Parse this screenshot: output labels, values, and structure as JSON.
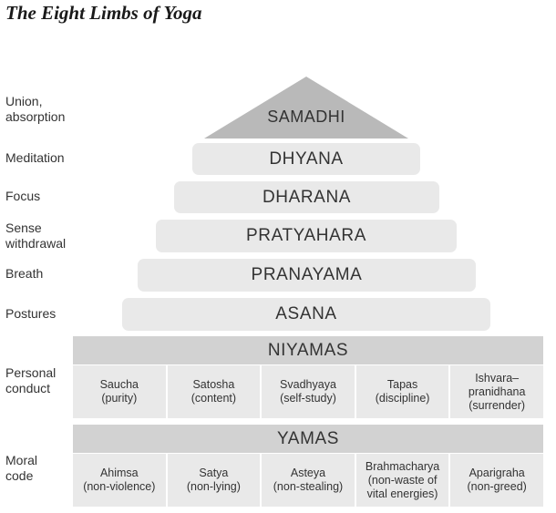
{
  "title": "The Eight Limbs of Yoga",
  "pyramid": {
    "peak": {
      "label": "SAMADHI",
      "side": [
        "Union,",
        "absorption"
      ]
    },
    "tiers": [
      {
        "label": "DHYANA",
        "side": [
          "Meditation"
        ]
      },
      {
        "label": "DHARANA",
        "side": [
          "Focus"
        ]
      },
      {
        "label": "PRATYAHARA",
        "side": [
          "Sense",
          "withdrawal"
        ]
      },
      {
        "label": "PRANAYAMA",
        "side": [
          "Breath"
        ]
      },
      {
        "label": "ASANA",
        "side": [
          "Postures"
        ]
      }
    ],
    "niyamas": {
      "label": "NIYAMAS",
      "side": [
        "Personal",
        "conduct"
      ],
      "items": [
        [
          "Saucha",
          "(purity)"
        ],
        [
          "Satosha",
          "(content)"
        ],
        [
          "Svadhyaya",
          "(self-study)"
        ],
        [
          "Tapas",
          "(discipline)"
        ],
        [
          "Ishvara–",
          "pranidhana",
          "(surrender)"
        ]
      ]
    },
    "yamas": {
      "label": "YAMAS",
      "side": [
        "Moral",
        "code"
      ],
      "items": [
        [
          "Ahimsa",
          "(non-violence)"
        ],
        [
          "Satya",
          "(non-lying)"
        ],
        [
          "Asteya",
          "(non-stealing)"
        ],
        [
          "Brahmacharya",
          "(non-waste of",
          "vital energies)"
        ],
        [
          "Aparigraha",
          "(non-greed)"
        ]
      ]
    }
  },
  "colors": {
    "peak_fill": "#b9b9b9",
    "tier_fill": "#e9e9e9",
    "header_fill": "#d2d2d2",
    "text": "#333333"
  }
}
